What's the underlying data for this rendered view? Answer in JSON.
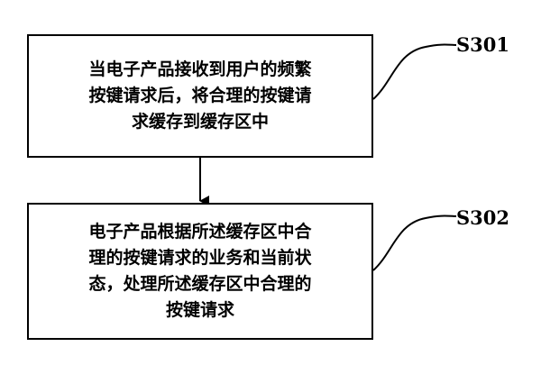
{
  "steps": [
    {
      "id": "S301",
      "lines": [
        "当电子产品接收到用户的频繁",
        "按键请求后，将合理的按键请",
        "求缓存到缓存区中"
      ]
    },
    {
      "id": "S302",
      "lines": [
        "电子产品根据所述缓存区中合",
        "理的按键请求的业务和当前状",
        "态，处理所述缓存区中合理的",
        "按键请求"
      ]
    }
  ]
}
